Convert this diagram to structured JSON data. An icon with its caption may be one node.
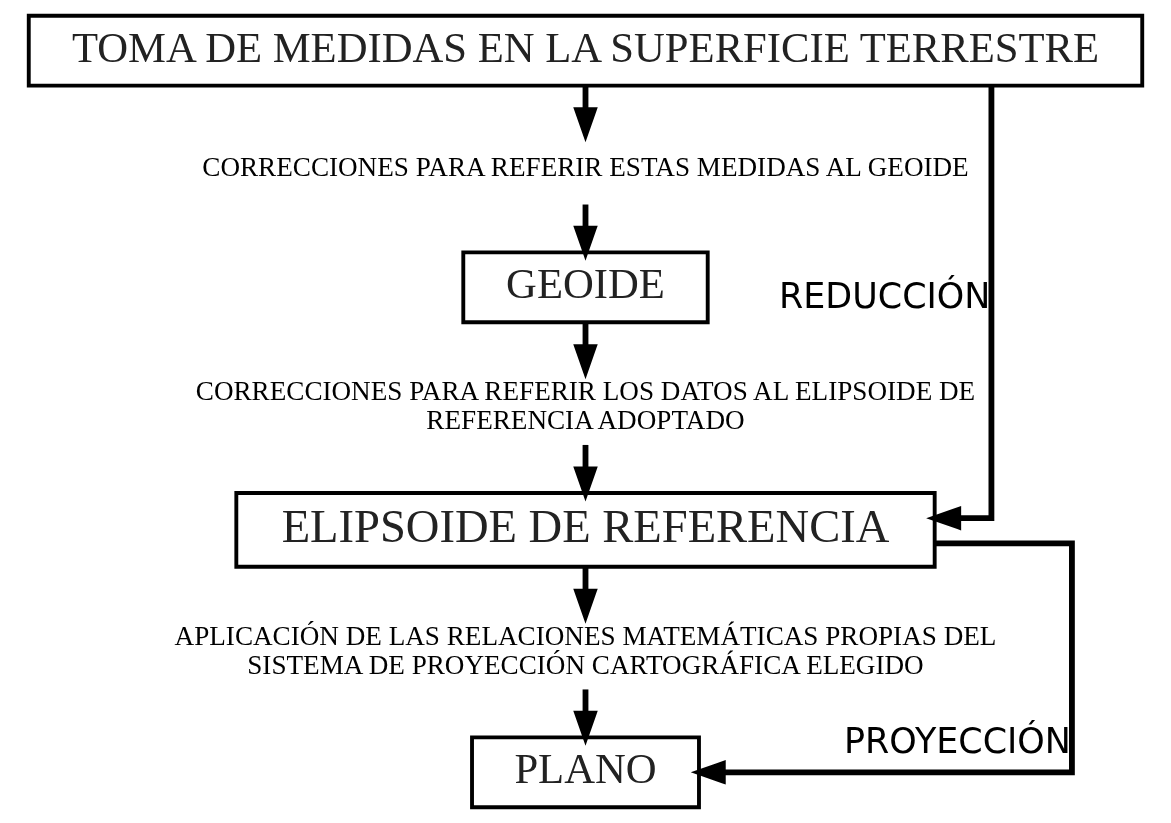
{
  "diagram": {
    "nodes": [
      {
        "text": [
          "TOMA DE MEDIDAS EN LA SUPERFICIE TERRESTRE"
        ]
      },
      {
        "text": [
          "CORRECCIONES PARA REFERIR ESTAS MEDIDAS AL GEOIDE"
        ]
      },
      {
        "text": [
          "GEOIDE"
        ]
      },
      {
        "text": [
          "CORRECCIONES PARA REFERIR LOS DATOS AL ELIPSOIDE DE REFERENCIA ADOPTADO"
        ]
      },
      {
        "text": [
          "ELIPSOIDE DE REFERENCIA"
        ]
      },
      {
        "text": [
          "APLICACIÓN DE LAS RELACIONES MATEMÁTICAS PROPIAS DEL SISTEMA DE PROYECCIÓN CARTOGRÁFICA ELEGIDO"
        ]
      },
      {
        "text": [
          "PLANO"
        ]
      }
    ],
    "edges": [
      {
        "from": 0,
        "to": 1,
        "arrow": "to"
      },
      {
        "from": 1,
        "to": 2,
        "arrow": "to"
      },
      {
        "from": 2,
        "to": 3,
        "arrow": "to"
      },
      {
        "from": 3,
        "to": 4,
        "arrow": "to"
      },
      {
        "from": 4,
        "to": 5,
        "arrow": "to"
      },
      {
        "from": 5,
        "to": 6,
        "arrow": "to"
      },
      {
        "from": 0,
        "to": 4,
        "arrow": "to",
        "label": "REDUCCIÓN"
      },
      {
        "from": 4,
        "to": 6,
        "arrow": "to",
        "label": "PROYECCIÓN"
      }
    ]
  }
}
